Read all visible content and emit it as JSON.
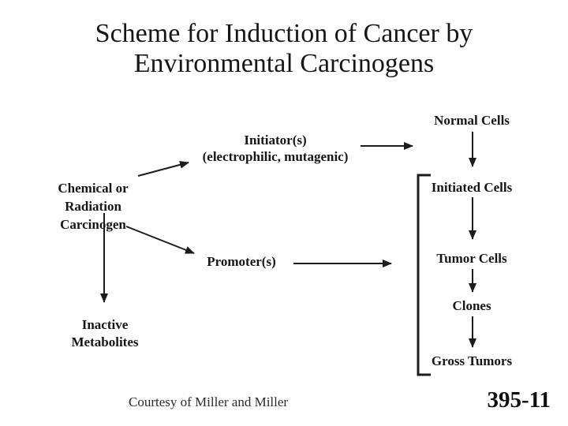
{
  "title": "Scheme for Induction of Cancer by\nEnvironmental Carcinogens",
  "nodes": {
    "initiator": "Initiator(s)\n(electrophilic, mutagenic)",
    "carcinogen": "Chemical or\nRadiation\nCarcinogen",
    "promoter": "Promoter(s)",
    "inactive_metabolites": "Inactive\nMetabolites",
    "normal_cells": "Normal Cells",
    "initiated_cells": "Initiated Cells",
    "tumor_cells": "Tumor Cells",
    "clones": "Clones",
    "gross_tumors": "Gross Tumors"
  },
  "footer": {
    "credit": "Courtesy of Miller and Miller",
    "slide_number": "395-11"
  },
  "colors": {
    "background": "#ffffff",
    "ink": "#1c1c1c"
  }
}
